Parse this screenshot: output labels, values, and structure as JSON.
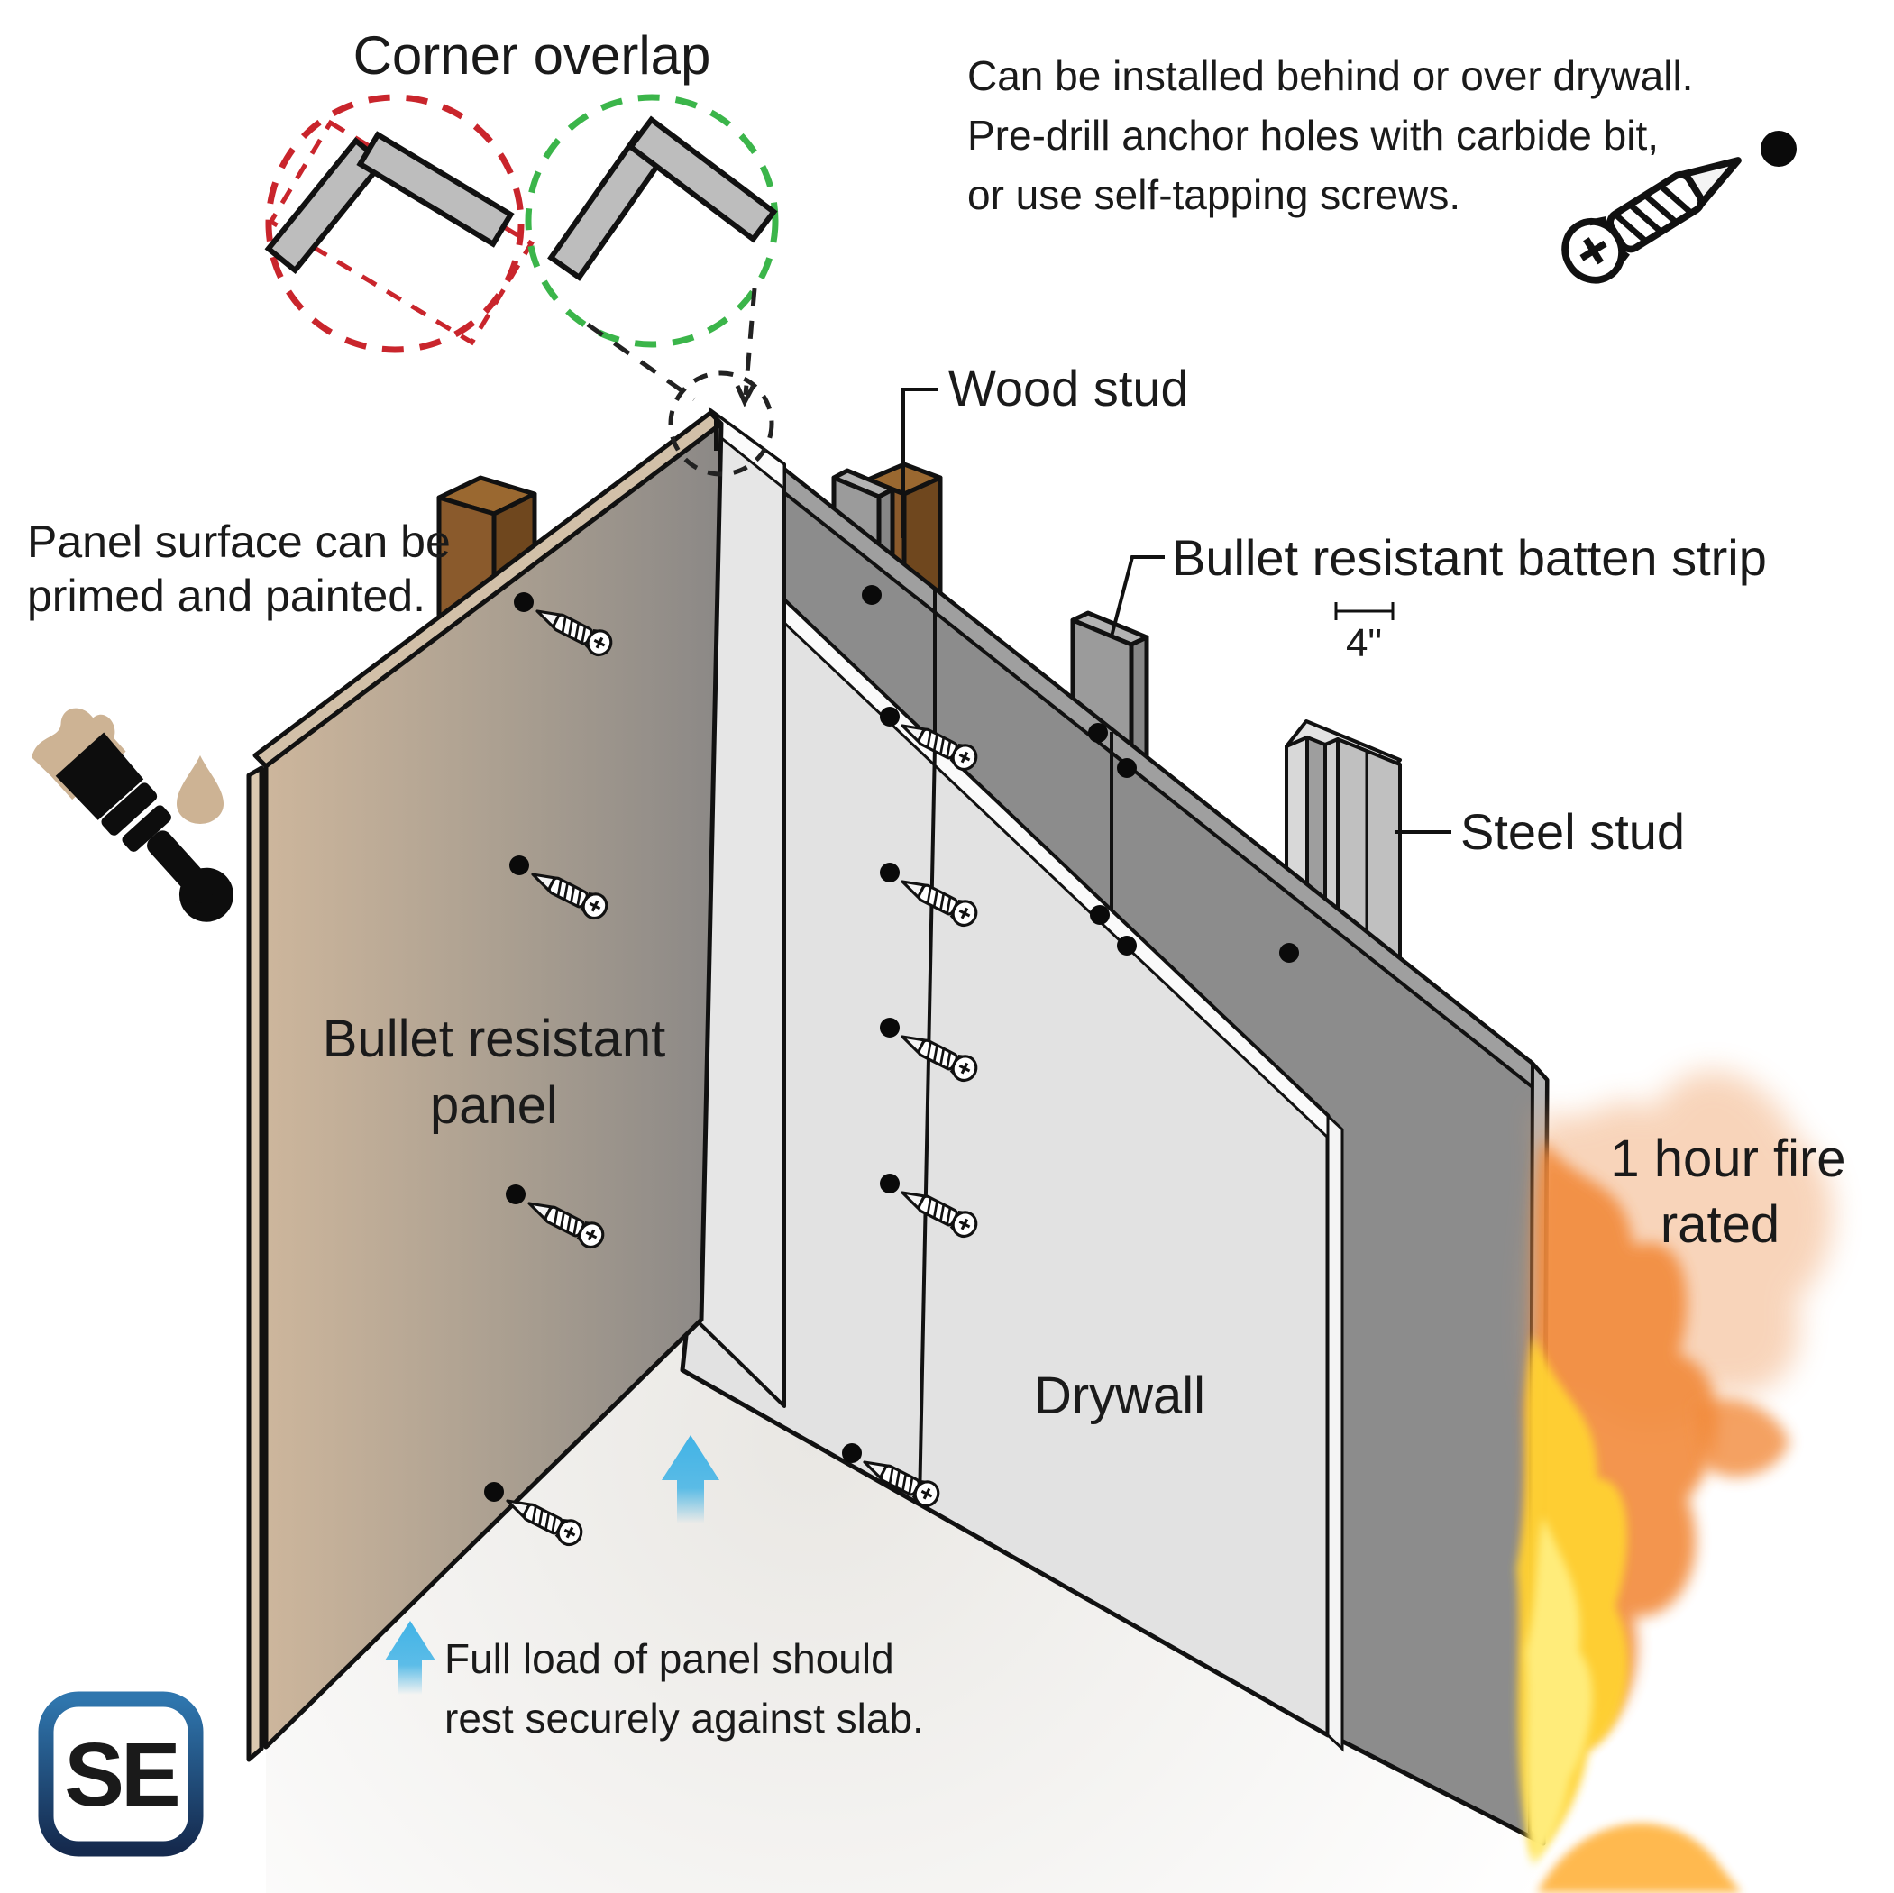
{
  "title": "Corner overlap",
  "notes": {
    "install": [
      "Can be installed behind or over drywall.",
      "Pre-drill anchor holes with carbide bit,",
      "or use self-tapping screws."
    ],
    "surface": [
      "Panel surface can be",
      "primed and painted."
    ],
    "load": [
      "Full load of panel should",
      "rest securely against slab."
    ]
  },
  "labels": {
    "wood_stud": "Wood stud",
    "batten_strip": "Bullet resistant batten strip",
    "batten_width": "4\"",
    "steel_stud": "Steel stud",
    "panel": [
      "Bullet resistant",
      "panel"
    ],
    "drywall": "Drywall",
    "fire_rating": [
      "1 hour fire",
      "rated"
    ]
  },
  "logo_text": "SE",
  "colors": {
    "correct_highlight": "#3bb54a",
    "incorrect_highlight": "#c9252c",
    "panel_tan": "#c9b397",
    "panel_gray": "#8b8886",
    "drywall": "#e2e2e2",
    "outer_panel": "#8c8c8c",
    "wood_brown": "#8a5a2c",
    "arrow_blue": "#41b3e6",
    "logo_blue_top": "#2f76ae",
    "logo_blue_bottom": "#152a4e"
  }
}
